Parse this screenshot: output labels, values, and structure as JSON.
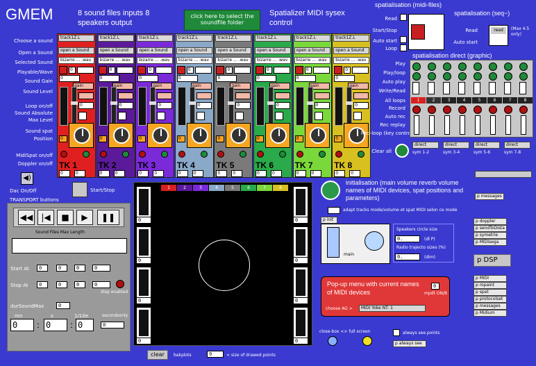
{
  "app": {
    "logo": "GMEM",
    "subtitle": "8 sound files inputs 8 speakers output",
    "folder_button": "click here to select the soundfile folder",
    "midi_title": "Spatializer MIDI sysex control"
  },
  "labels": {
    "choose_sound": "Choose a sound",
    "open_sound": "Open a Sound",
    "selected_sound": "Selected Sound",
    "playable_wave": "Playable/Wave",
    "sound_gain": "Sound Gain",
    "sound_level": "Sound Level",
    "loop": "Loop on/off",
    "sound_absolute": "Sound Absolute",
    "max_level": "Max Level",
    "sound_spat": "Sound spat",
    "position": "Position",
    "midi_spat": "MidiSpat on/off",
    "doppler": "Doppler on/off"
  },
  "strips": [
    {
      "name": "TK 1",
      "menu": "track1Z.L",
      "open": "open a Sound",
      "file": "bizarre ... .wav",
      "gain": "gain",
      "val": "0",
      "color": "#e02020"
    },
    {
      "name": "TK 2",
      "menu": "track1Z.L",
      "open": "open a Sound",
      "file": "bizarre ... .wav",
      "gain": "gain",
      "val": "0",
      "color": "#5a1a9a"
    },
    {
      "name": "TK 3",
      "menu": "track1Z.L",
      "open": "open a Sound",
      "file": "bizarre ... .wav",
      "gain": "gain",
      "val": "0",
      "color": "#7a2ad8"
    },
    {
      "name": "TK 4",
      "menu": "track1Z.L",
      "open": "open a Sound",
      "file": "bizarre ... .wav",
      "gain": "gain",
      "val": "0",
      "color": "#8aa8c8"
    },
    {
      "name": "TK 5",
      "menu": "track1Z.L",
      "open": "open a Sound",
      "file": "bizarre ... .wav",
      "gain": "gain",
      "val": "0",
      "color": "#7a7a7a"
    },
    {
      "name": "TK 6",
      "menu": "track1Z.L",
      "open": "open a Sound",
      "file": "bizarre ... .wav",
      "gain": "gain",
      "val": "0",
      "color": "#2aaa4a"
    },
    {
      "name": "TK 7",
      "menu": "track1Z.L",
      "open": "open a Sound",
      "file": "bizarre ... .wav",
      "gain": "gain",
      "val": "0",
      "color": "#7ad83a"
    },
    {
      "name": "TK 8",
      "menu": "track1Z.L",
      "open": "open a Sound",
      "file": "bizarre ... .wav",
      "gain": "gain",
      "val": "0",
      "color": "#d8c020"
    }
  ],
  "spat_midi": {
    "title": "spatialisation (midi-files)",
    "read": "Read",
    "startstop": "Start/Stop",
    "autostart": "Auto start",
    "loop": "Loop"
  },
  "spat_seq": {
    "title": "spatialisation (seq~)",
    "read": "Read",
    "read_btn": "read",
    "autostart": "Auto start",
    "note": "(Max 4.5 only)"
  },
  "spat_direct": {
    "title": "spatialisation direct (graphic)",
    "rows": [
      "Play",
      "Play/loop",
      "Auto play",
      "Write/Read",
      "All loops",
      "Record",
      "Auto rec",
      "Rec replay",
      "Rec-loop (key controled)"
    ],
    "numbers": [
      "1",
      "2",
      "3",
      "4",
      "5",
      "6",
      "7",
      "8"
    ],
    "clear_all": "Clear all",
    "direct_menus": [
      "direct",
      "direct",
      "direct",
      "direct"
    ],
    "sym_labels": [
      "sym 1-2",
      "sym 3-4",
      "sym 5-6",
      "sym 7-8"
    ]
  },
  "transport": {
    "dac": "Dac On/Off",
    "startstop": "Start/Stop",
    "title": "TRANSPORT buttons",
    "maxlength": "Sound Files Max Length",
    "start_at": "Start At",
    "stop_at": "Stop At",
    "stop_enabled": "stop enabled",
    "dur": "durSoundMax",
    "min": "mn",
    "sec": "s",
    "tenth": "1/10e",
    "secondsonly": "secondsonly",
    "time_min": "0",
    "time_sec": "0",
    "time_tenth": "0",
    "n0": "0"
  },
  "canvas": {
    "numbers": [
      "1",
      "2",
      "3",
      "4",
      "5",
      "6",
      "7",
      "8"
    ],
    "clear": "clear",
    "bakplots": "bakplots",
    "size_label": "< size of drawed points",
    "size_val": "9"
  },
  "init": {
    "text": "initialisation (main volume reverb volume names of MIDI devices, spat positions and parameters)",
    "adapt": "adapt tracks mode/volume et spat MIDI selon ce mode",
    "init_btn": "p init",
    "main": "main",
    "speakers": "Speakers circle size",
    "dl": "(dl P)",
    "radio": "Radio trajecto sizes (%)",
    "dim": "(dim)",
    "v0": "0.",
    "v1": "0."
  },
  "popup": {
    "text": "Pop-up menu with current names of MIDI devices",
    "choose": "choose AG >",
    "device": "MIDI Yoke NT: 1",
    "mpd": "mpdt ON/B",
    "val": "0"
  },
  "right": {
    "messages": "p messages",
    "buttons": [
      "p doppler",
      "p sendToDista",
      "p symetrie",
      "p MIDIsega"
    ],
    "dsp": "p DSP",
    "buttons2": [
      "p MIDI",
      "p ropaint",
      "p spat",
      "p protocolset",
      "p messages",
      "p Midium"
    ],
    "closebox": "close-box <> full screen",
    "always_points": "always see points",
    "always_see": "p always see"
  },
  "colors": {
    "bg": "#3a3ad0",
    "accent": "#1f8a3a",
    "red": "#e03838"
  }
}
